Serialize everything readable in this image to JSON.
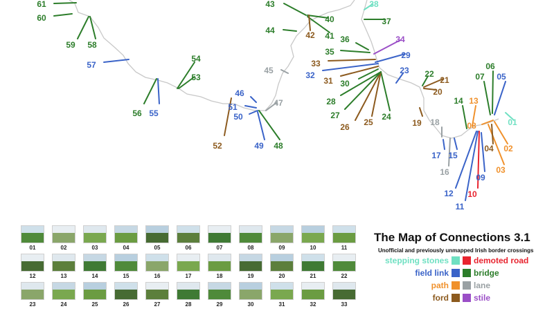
{
  "legend": {
    "title": "The Map of Connections 3.1",
    "subtitle": "Unofficial and previously unmapped Irish border crossings",
    "items": [
      {
        "key": "stepping",
        "label": "stepping stones",
        "color": "#6fe0c2"
      },
      {
        "key": "demoted",
        "label": "demoted road",
        "color": "#e8242f"
      },
      {
        "key": "field",
        "label": "field link",
        "color": "#3a63c8"
      },
      {
        "key": "bridge",
        "label": "bridge",
        "color": "#2c7d2a"
      },
      {
        "key": "path",
        "label": "path",
        "color": "#f0912c"
      },
      {
        "key": "lane",
        "label": "lane",
        "color": "#9aa1a4"
      },
      {
        "key": "ford",
        "label": "ford",
        "color": "#8c5a1e"
      },
      {
        "key": "stile",
        "label": "stile",
        "color": "#9b4fc7"
      }
    ]
  },
  "crossings": [
    {
      "id": "01",
      "type": "stepping"
    },
    {
      "id": "02",
      "type": "path"
    },
    {
      "id": "03",
      "type": "path"
    },
    {
      "id": "04",
      "type": "ford"
    },
    {
      "id": "05",
      "type": "field"
    },
    {
      "id": "06",
      "type": "bridge"
    },
    {
      "id": "07",
      "type": "bridge"
    },
    {
      "id": "08",
      "type": "path"
    },
    {
      "id": "09",
      "type": "field"
    },
    {
      "id": "10",
      "type": "demoted"
    },
    {
      "id": "11",
      "type": "field"
    },
    {
      "id": "12",
      "type": "field"
    },
    {
      "id": "13",
      "type": "path"
    },
    {
      "id": "14",
      "type": "bridge"
    },
    {
      "id": "15",
      "type": "field"
    },
    {
      "id": "16",
      "type": "lane"
    },
    {
      "id": "17",
      "type": "field"
    },
    {
      "id": "18",
      "type": "lane"
    },
    {
      "id": "19",
      "type": "ford"
    },
    {
      "id": "20",
      "type": "ford"
    },
    {
      "id": "21",
      "type": "ford"
    },
    {
      "id": "22",
      "type": "bridge"
    },
    {
      "id": "23",
      "type": "field"
    },
    {
      "id": "24",
      "type": "bridge"
    },
    {
      "id": "25",
      "type": "ford"
    },
    {
      "id": "26",
      "type": "ford"
    },
    {
      "id": "27",
      "type": "bridge"
    },
    {
      "id": "28",
      "type": "bridge"
    },
    {
      "id": "29",
      "type": "field"
    },
    {
      "id": "30",
      "type": "bridge"
    },
    {
      "id": "31",
      "type": "ford"
    },
    {
      "id": "32",
      "type": "field"
    },
    {
      "id": "33",
      "type": "ford"
    },
    {
      "id": "34",
      "type": "stile"
    },
    {
      "id": "35",
      "type": "bridge"
    },
    {
      "id": "36",
      "type": "bridge"
    },
    {
      "id": "37",
      "type": "bridge"
    },
    {
      "id": "38",
      "type": "stepping"
    },
    {
      "id": "40",
      "type": "bridge"
    },
    {
      "id": "41",
      "type": "bridge"
    },
    {
      "id": "42",
      "type": "ford"
    },
    {
      "id": "43",
      "type": "bridge"
    },
    {
      "id": "44",
      "type": "bridge"
    },
    {
      "id": "45",
      "type": "lane"
    },
    {
      "id": "46",
      "type": "field"
    },
    {
      "id": "47",
      "type": "lane"
    },
    {
      "id": "48",
      "type": "bridge"
    },
    {
      "id": "49",
      "type": "field"
    },
    {
      "id": "50",
      "type": "field"
    },
    {
      "id": "51",
      "type": "field"
    },
    {
      "id": "52",
      "type": "ford"
    },
    {
      "id": "53",
      "type": "bridge"
    },
    {
      "id": "54",
      "type": "bridge"
    },
    {
      "id": "55",
      "type": "field"
    },
    {
      "id": "56",
      "type": "bridge"
    },
    {
      "id": "57",
      "type": "field"
    },
    {
      "id": "58",
      "type": "bridge"
    },
    {
      "id": "59",
      "type": "bridge"
    },
    {
      "id": "60",
      "type": "bridge"
    },
    {
      "id": "61",
      "type": "bridge"
    }
  ],
  "photos": [
    "01",
    "02",
    "03",
    "04",
    "05",
    "06",
    "07",
    "08",
    "09",
    "10",
    "11",
    "12",
    "13",
    "14",
    "15",
    "16",
    "17",
    "18",
    "19",
    "20",
    "21",
    "22",
    "23",
    "24",
    "25",
    "26",
    "27",
    "28",
    "29",
    "30",
    "31",
    "32",
    "33"
  ]
}
